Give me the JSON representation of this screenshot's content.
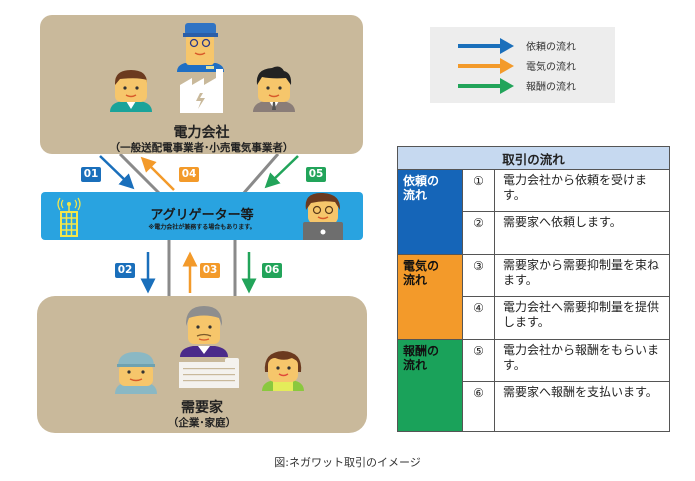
{
  "colors": {
    "request": "#1a6fbb",
    "electricity": "#f39a2a",
    "reward": "#22a45a",
    "aggregator_bar": "#29a3e0",
    "beige": "#c9b99b",
    "gray_line": "#8a8a8a",
    "table_header": "#c6d9f0",
    "request_cell": "#1565b8",
    "electricity_cell": "#f39a2a",
    "reward_cell": "#1aa25a"
  },
  "power_company": {
    "title": "電力会社",
    "subtitle": "（一般送配電事業者･小売電気事業者）",
    "icons": [
      "worker-cap-person-icon",
      "man-green-shirt-icon",
      "factory-icon",
      "man-gray-suit-icon"
    ]
  },
  "aggregator": {
    "title": "アグリゲーター等",
    "note": "※電力会社が兼務する場合もあります。",
    "icons": [
      "antenna-building-icon",
      "person-laptop-icon"
    ]
  },
  "consumer": {
    "title": "需要家",
    "subtitle": "（企業･家庭）",
    "icons": [
      "elderly-man-suit-icon",
      "worker-person-icon",
      "factory-building-icon",
      "woman-apron-icon"
    ]
  },
  "badges": {
    "b01": "01",
    "b02": "02",
    "b03": "03",
    "b04": "04",
    "b05": "05",
    "b06": "06"
  },
  "legend": {
    "items": [
      {
        "label": "依頼の流れ",
        "color": "#1a6fbb"
      },
      {
        "label": "電気の流れ",
        "color": "#f39a2a"
      },
      {
        "label": "報酬の流れ",
        "color": "#22a45a"
      }
    ]
  },
  "table": {
    "header": "取引の流れ",
    "groups": [
      {
        "category": "依頼の流れ",
        "category_lines": [
          "依頼の",
          "流れ"
        ],
        "rows": [
          {
            "num": "①",
            "text": "電力会社から依頼を受けます。"
          },
          {
            "num": "②",
            "text": "需要家へ依頼します。"
          }
        ]
      },
      {
        "category": "電気の流れ",
        "category_lines": [
          "電気の",
          "流れ"
        ],
        "rows": [
          {
            "num": "③",
            "text": "需要家から需要抑制量を束ねます。"
          },
          {
            "num": "④",
            "text": "電力会社へ需要抑制量を提供します。"
          }
        ]
      },
      {
        "category": "報酬の流れ",
        "category_lines": [
          "報酬の",
          "流れ"
        ],
        "rows": [
          {
            "num": "⑤",
            "text": "電力会社から報酬をもらいます。"
          },
          {
            "num": "⑥",
            "text": "需要家へ報酬を支払います。"
          }
        ]
      }
    ]
  },
  "caption": "図:ネガワット取引のイメージ"
}
